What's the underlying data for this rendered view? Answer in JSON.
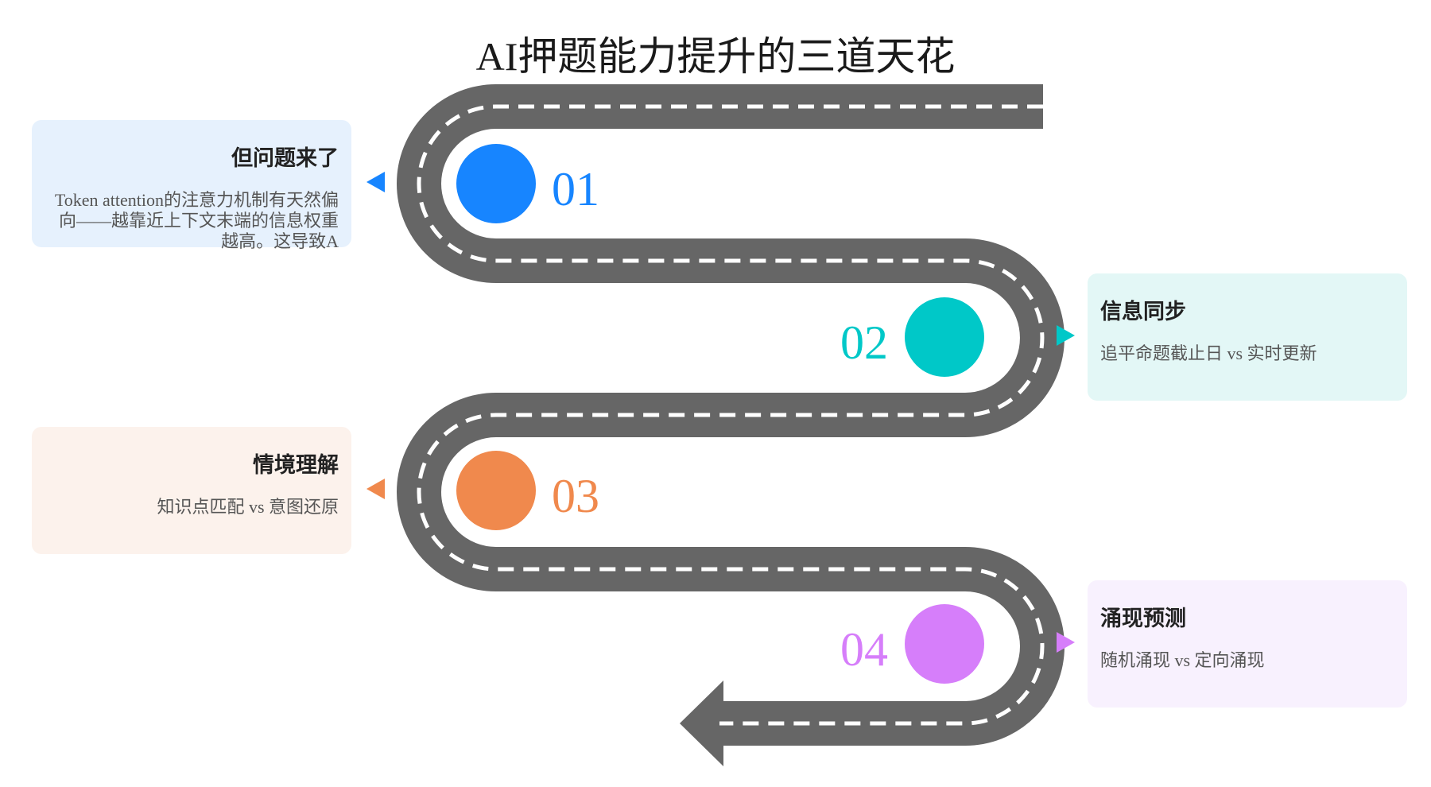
{
  "title": "AI押题能力提升的三道天花",
  "colors": {
    "road": "#666666",
    "road_dash": "#ffffff"
  },
  "steps": [
    {
      "number": "01",
      "title": "但问题来了",
      "description": "Token attention的注意力机制有天然偏向——越靠近上下文末端的信息权重越高。这导致A",
      "color": "#1785FF",
      "card_bg": "#E6F1FD",
      "side": "left"
    },
    {
      "number": "02",
      "title": "信息同步",
      "description": "追平命题截止日 vs 实时更新",
      "color": "#00C8C8",
      "card_bg": "#E3F7F6",
      "side": "right"
    },
    {
      "number": "03",
      "title": "情境理解",
      "description": "知识点匹配 vs 意图还原",
      "color": "#F0894D",
      "card_bg": "#FCF2EC",
      "side": "left"
    },
    {
      "number": "04",
      "title": "涌现预测",
      "description": "随机涌现 vs 定向涌现",
      "color": "#D67EFA",
      "card_bg": "#F8F1FE",
      "side": "right"
    }
  ]
}
